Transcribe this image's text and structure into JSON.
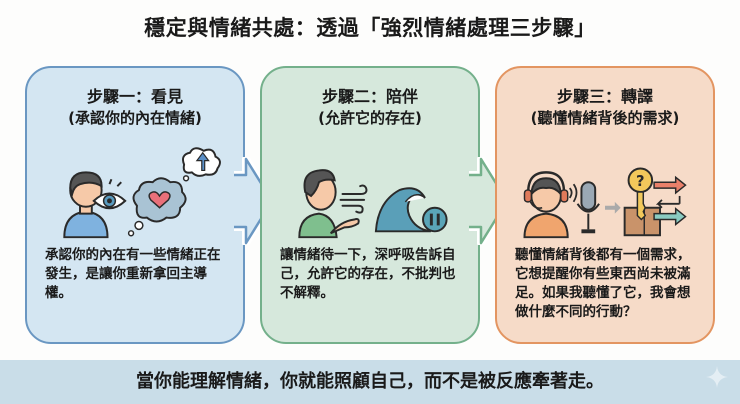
{
  "title": "穩定與情緒共處：透過「強烈情緒處理三步驟」",
  "steps": [
    {
      "heading": "步驟一：看見",
      "subheading": "(承認你的內在情緒)",
      "body": "承認你的內在有一些情緒正在發生，是讓你重新拿回主導權。",
      "icons": [
        "person-icon",
        "eye-icon",
        "thought-cloud-heart-icon",
        "thought-cloud-up-arrow-icon"
      ],
      "color": "#6a97c2"
    },
    {
      "heading": "步驟二：陪伴",
      "subheading": "(允許它的存在)",
      "body": "讓情緒待一下，深呼吸告訴自己，允許它的存在，不批判也不解釋。",
      "icons": [
        "person-breathing-icon",
        "wind-icon",
        "wave-icon",
        "pause-icon"
      ],
      "color": "#74b08b"
    },
    {
      "heading": "步驟三：轉譯",
      "subheading": "(聽懂情緒背後的需求)",
      "body": "聽懂情緒背後都有一個需求，它想提醒你有些東西尚未被滿足。如果我聽懂了它，我會想做什麼不同的行動？",
      "icons": [
        "person-headset-icon",
        "microphone-icon",
        "key-question-icon",
        "box-icon",
        "direction-arrows-icon"
      ],
      "color": "#e39561"
    }
  ],
  "footer": "當你能理解情緒，你就能照顧自己，而不是被反應牽著走。"
}
